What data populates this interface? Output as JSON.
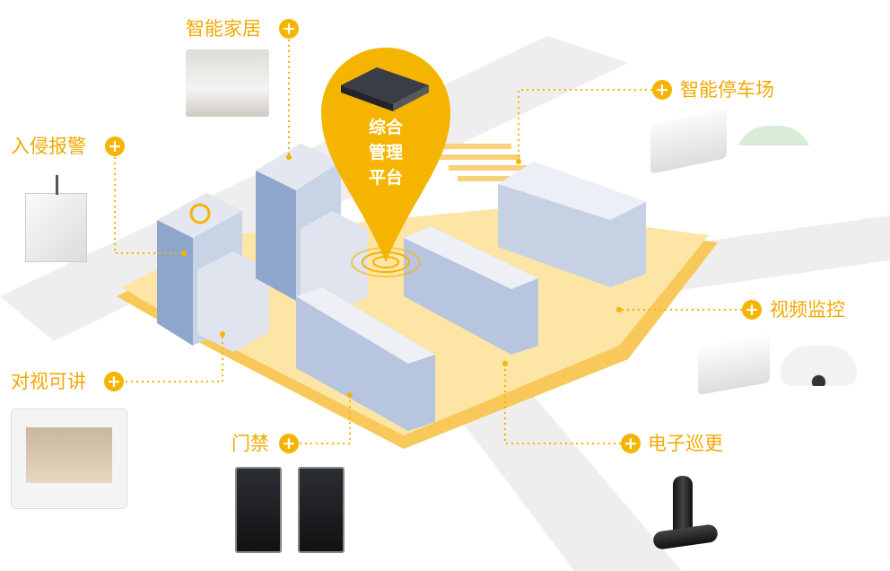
{
  "platform": {
    "title_lines": [
      "综合",
      "管理",
      "平台"
    ]
  },
  "subsystems": [
    {
      "id": "smart-home",
      "label": "智能家居"
    },
    {
      "id": "intrusion-alarm",
      "label": "入侵报警"
    },
    {
      "id": "video-intercom",
      "label": "对视可讲"
    },
    {
      "id": "access-control",
      "label": "门禁"
    },
    {
      "id": "smart-parking",
      "label": "智能停车场"
    },
    {
      "id": "video-surveillance",
      "label": "视频监控"
    },
    {
      "id": "guard-patrol",
      "label": "电子巡更"
    }
  ],
  "plus_symbol": "+",
  "colors": {
    "accent": "#f5b400",
    "platform_light": "#fde5a6",
    "platform_dark": "#f8c95a",
    "road": "#ededed"
  }
}
